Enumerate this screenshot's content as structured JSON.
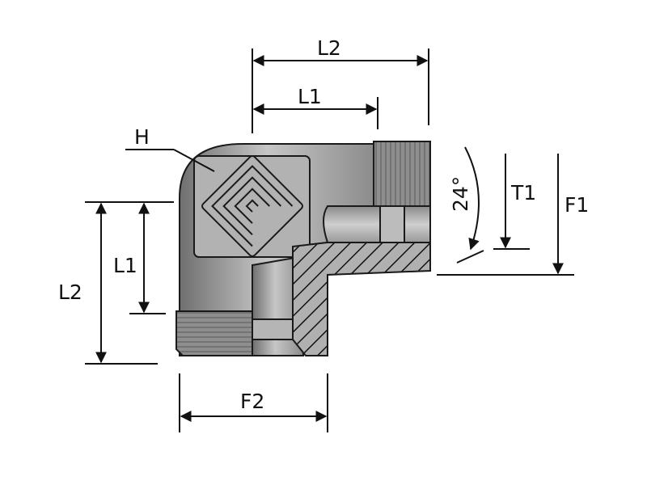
{
  "diagram": {
    "title_labels": {
      "hex": "H",
      "top_l2": "L2",
      "top_l1": "L1",
      "left_l2": "L2",
      "left_l1": "L1",
      "f2": "F2",
      "t1": "T1",
      "f1": "F1",
      "angle": "24°"
    },
    "colors": {
      "body": "#a8a8a8",
      "body_light": "#c4c4c4",
      "body_dark": "#6f6f6f",
      "outline": "#1a1a1a",
      "thread": "#8a8a8a"
    }
  }
}
